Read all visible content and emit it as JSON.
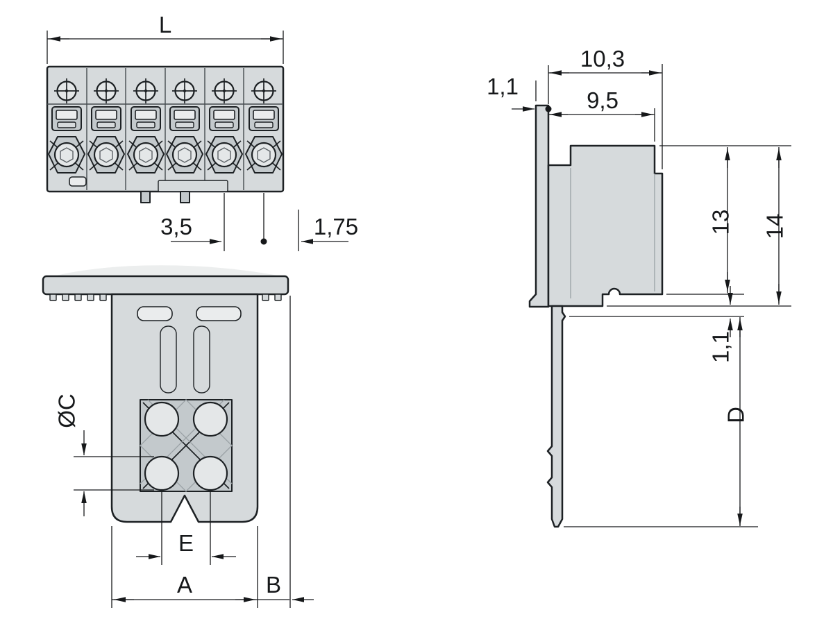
{
  "document": {
    "type": "technical-dimensional-drawing",
    "subject": "Multi-pole PCB terminal block connector, three projection views with dimensions",
    "background": "#ffffff",
    "line_color": "#16181a",
    "body_fill": "#d6dadc"
  },
  "views": {
    "front": {
      "name": "front-view",
      "poles": 6
    },
    "underside": {
      "name": "underside-view",
      "wire_holes": 4
    },
    "side": {
      "name": "side-view"
    }
  },
  "dims": {
    "L": "L",
    "pitch": "3,5",
    "offset": "1,75",
    "diaC": "ØC",
    "E": "E",
    "A": "A",
    "B": "B",
    "t1": "1,1",
    "d103": "10,3",
    "d95": "9,5",
    "h13": "13",
    "h14": "14",
    "t2": "1,1",
    "D": "D"
  }
}
